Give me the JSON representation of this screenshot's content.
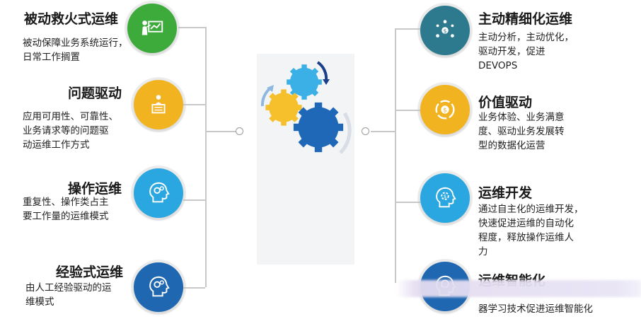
{
  "left": [
    {
      "title": "被动救火式运维",
      "lines": [
        "被动保障业务系统运行，",
        "日常工作搁置"
      ],
      "color": "#3daa3c",
      "icon": "presentation-icon"
    },
    {
      "title": "问题驱动",
      "lines": [
        "应用可用性、可靠性、",
        "业务请求等的问题驱",
        "动运维工作方式"
      ],
      "color": "#f2b321",
      "icon": "podium-icon"
    },
    {
      "title": "操作运维",
      "lines": [
        "重复性、操作类占主",
        "要工作量的运维模式"
      ],
      "color": "#2aa7e0",
      "icon": "head-gears-icon"
    },
    {
      "title": "经验式运维",
      "lines": [
        "由人工经验驱动的运",
        "维模式"
      ],
      "color": "#1f67b1",
      "icon": "head-gears-icon"
    }
  ],
  "right": [
    {
      "title": "主动精细化运维",
      "lines": [
        "主动分析，主动优化，",
        "驱动开发，促进",
        "DEVOPS"
      ],
      "color": "#2d7a8e",
      "icon": "money-network-icon"
    },
    {
      "title": "价值驱动",
      "lines": [
        "业务体验、业务满意",
        "度、驱动业务发展转",
        "型的数据化运营"
      ],
      "color": "#f2b321",
      "icon": "dollar-cycle-icon"
    },
    {
      "title": "运维开发",
      "lines": [
        "通过自主化的运维开发，",
        "快速促进运维的自动化",
        "程度，释放操作运维人",
        "力"
      ],
      "color": "#2aa7e0",
      "icon": "gear-head-icon"
    },
    {
      "title": "运维智能化",
      "lines": [
        "器学习技术促进运维智能化"
      ],
      "color": "#1f67b1",
      "icon": "brain-icon"
    }
  ],
  "gear_colors": {
    "top": "#3ab0e6",
    "left": "#f5c02b",
    "big": "#1f68b8"
  }
}
